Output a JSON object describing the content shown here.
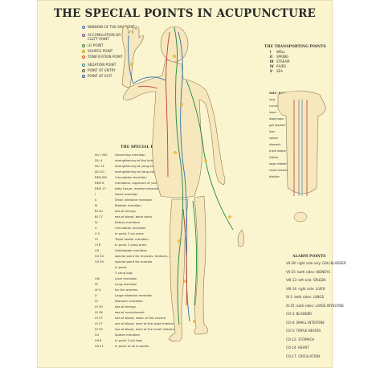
{
  "title": "THE SPECIAL POINTS IN ACUPUNCTURE",
  "legend": [
    {
      "label": "WINDOW OF THE SKY POINT",
      "color": "#3a6fb0"
    },
    {
      "label": "ACCUMULATION OR XI CLEFT POINT",
      "color": "#7a3fa0"
    },
    {
      "label": "LO POINT",
      "color": "#2f8a3a"
    },
    {
      "label": "SOURCE POINT",
      "color": "#c7a000"
    },
    {
      "label": "TONIFICATION POINT",
      "color": "#d04a20"
    },
    {
      "label": "SEDATION POINT",
      "color": "#2c8a8a"
    },
    {
      "label": "POINT OF ENTRY",
      "color": "#555555"
    },
    {
      "label": "POINT OF EXIT",
      "color": "#3355aa"
    }
  ],
  "special_points": {
    "heading": "THE SPECIAL POINTS",
    "rows": [
      {
        "code": "DU / MO",
        "desc": "Governing meridian"
      },
      {
        "code": "DU 4",
        "desc": "strengthening of the kidneys and the lower back"
      },
      {
        "code": "DU 14",
        "desc": "strengthening of yang organs"
      },
      {
        "code": "DU 20",
        "desc": "strengthening of yang organs, special marrow point"
      },
      {
        "code": "REN MO",
        "desc": "Conception meridian"
      },
      {
        "code": "REN 6",
        "desc": "meridians, organism of yang organs"
      },
      {
        "code": "REN 17",
        "desc": "fatty tissue, mental exhaustion"
      },
      {
        "code": "I",
        "desc": "Heart meridian"
      },
      {
        "code": "II",
        "desc": "Small intestine meridian"
      },
      {
        "code": "III",
        "desc": "Bladder meridian"
      },
      {
        "code": "BI 40",
        "desc": "sea of energy"
      },
      {
        "code": "BI 17",
        "desc": "sea of blood, bone point"
      },
      {
        "code": "IV",
        "desc": "Kidney meridian"
      },
      {
        "code": "V",
        "desc": "Circulation meridian"
      },
      {
        "code": "V 5",
        "desc": "In point 3 yin arms"
      },
      {
        "code": "VI",
        "desc": "Triple heater meridian"
      },
      {
        "code": "VI 8",
        "desc": "In point 3 yang arms"
      },
      {
        "code": "VII",
        "desc": "Gallbladder meridian"
      },
      {
        "code": "VII 34",
        "desc": "special point for muscles, tendons, stiffness"
      },
      {
        "code": "VII 39",
        "desc": "special point for marrow"
      },
      {
        "code": "",
        "desc": "In point"
      },
      {
        "code": "",
        "desc": "3 yang legs"
      },
      {
        "code": "VIII",
        "desc": "Liver meridian"
      },
      {
        "code": "IX",
        "desc": "Lung meridian"
      },
      {
        "code": "IX 9",
        "desc": "for the arteries"
      },
      {
        "code": "X",
        "desc": "Large intestine meridian"
      },
      {
        "code": "XI",
        "desc": "Stomach meridian"
      },
      {
        "code": "XI 30",
        "desc": "sea of energy"
      },
      {
        "code": "XI 36",
        "desc": "sea of nourishment"
      },
      {
        "code": "XI 37",
        "desc": "sea of blood, lower of the viscera"
      },
      {
        "code": "XI 37",
        "desc": "sea of blood, level of the large intestine"
      },
      {
        "code": "XI 39",
        "desc": "sea of blood, level of the small intestine"
      },
      {
        "code": "XII",
        "desc": "Spleen meridian"
      },
      {
        "code": "XII 6",
        "desc": "In point 3 yin legs"
      },
      {
        "code": "XII 21",
        "desc": "In point of all lo points"
      }
    ]
  },
  "transporting_points": {
    "heading": "THE TRANSPORTING POINTS",
    "rows": [
      {
        "num": "I",
        "label": "WELL"
      },
      {
        "num": "II",
        "label": "SPRING"
      },
      {
        "num": "III",
        "label": "STREAM"
      },
      {
        "num": "IV",
        "label": "RIVER"
      },
      {
        "num": "V",
        "label": "SEA"
      }
    ]
  },
  "shu_points": {
    "heading": "SHU POINTS",
    "labels": [
      "lung",
      "circulation",
      "heart",
      "diaphragm",
      "gall bladder",
      "liver",
      "spleen",
      "stomach",
      "triple heater",
      "kidney",
      "large intestine",
      "small intestine",
      "bladder"
    ]
  },
  "alarm_points": {
    "heading": "ALARM POINTS",
    "rows": [
      "VII-28: right side only: GALLBLADDER",
      "VII-25: both sides: KIDNEYS",
      "VIII-13: left side: SPLEEN",
      "VIII-14: right side: LIVER",
      "IX-1: both sides: LUNGS",
      "XI-25: both sides: LARGE INTESTINE",
      "CO-3: BLADDER",
      "CO-4: SMALL INTESTINE",
      "CO-5: TRIPLE HEATER",
      "CO-12: STOMACH",
      "CO-14: HEART",
      "CO-17: CIRCULATION"
    ]
  },
  "colors": {
    "background": "#fbf5cf",
    "body_fill": "#f6e7bd",
    "meridian_green": "#1f8a3a",
    "meridian_blue": "#2f6db0",
    "meridian_red": "#c83c2c"
  }
}
